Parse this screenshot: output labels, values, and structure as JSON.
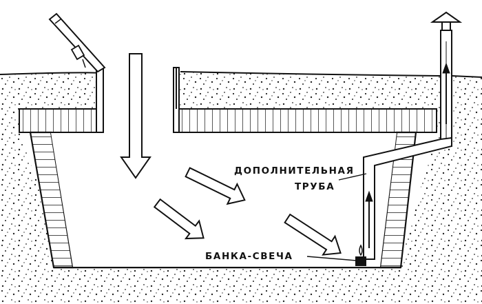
{
  "labels": {
    "extra_pipe_line1": "ДОПОЛНИТЕЛЬНАЯ",
    "extra_pipe_line2": "ТРУБА",
    "candle_jar": "БАНКА-СВЕЧА"
  },
  "colors": {
    "ink": "#111111",
    "paper": "#ffffff",
    "soil_dots": "#222222"
  }
}
